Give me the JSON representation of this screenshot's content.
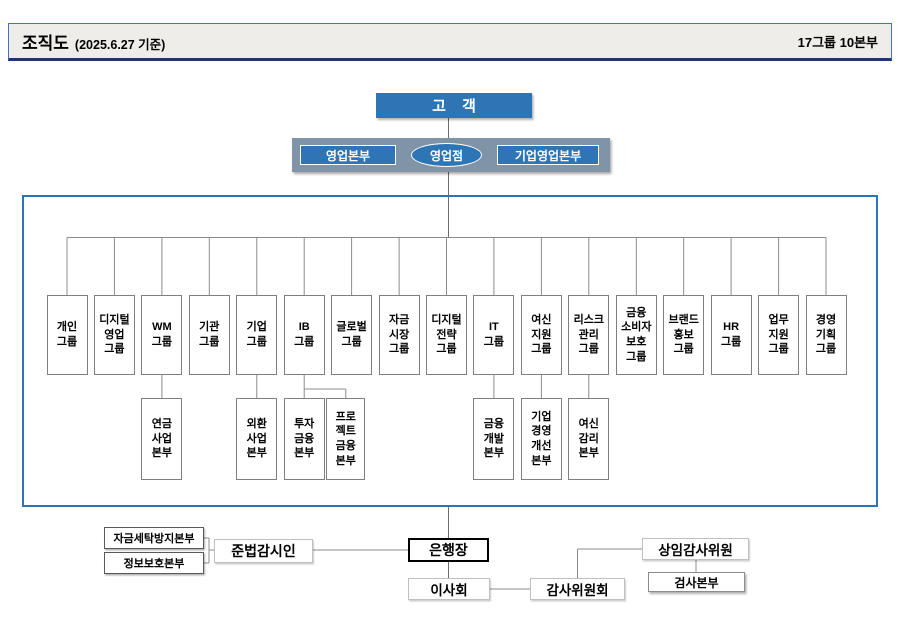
{
  "header": {
    "title": "조직도",
    "subtitle": "(2025.6.27 기준)",
    "summary": "17그룹 10본부"
  },
  "customer_label": "고 객",
  "channels": {
    "sales_hq": "영업본부",
    "branch": "영업점",
    "corporate_sales_hq": "기업영업본부"
  },
  "org": {
    "groups": [
      "개인\n그룹",
      "디지털\n영업\n그룹",
      "WM\n그룹",
      "기관\n그룹",
      "기업\n그룹",
      "IB\n그룹",
      "글로벌\n그룹",
      "자금\n시장\n그룹",
      "디지털\n전략\n그룹",
      "IT\n그룹",
      "여신\n지원\n그룹",
      "리스크\n관리\n그룹",
      "금융\n소비자\n보호\n그룹",
      "브랜드\n홍보\n그룹",
      "HR\n그룹",
      "업무\n지원\n그룹",
      "경영\n기획\n그룹"
    ],
    "divisions": [
      {
        "label": "연금\n사업\n본부",
        "parent": "WM그룹"
      },
      {
        "label": "외환\n사업\n본부",
        "parent": "기업그룹"
      },
      {
        "label": "투자\n금융\n본부",
        "parent": "IB그룹"
      },
      {
        "label": "프로\n젝트\n금융\n본부",
        "parent": "IB그룹"
      },
      {
        "label": "금융\n개발\n본부",
        "parent": "IT그룹"
      },
      {
        "label": "기업\n경영\n개선\n본부",
        "parent": "여신지원그룹"
      },
      {
        "label": "여신\n감리\n본부",
        "parent": "리스크관리그룹"
      }
    ]
  },
  "governance": {
    "aml": "자금세탁방지본부",
    "infosec": "정보보호본부",
    "compliance": "준법감시인",
    "ceo": "은행장",
    "board": "이사회",
    "audit_committee": "감사위원회",
    "standing_auditor": "상임감사위원",
    "inspection": "검사본부"
  },
  "colors": {
    "accent_blue": "#2E75B6",
    "bar_gray_blue": "#8094A7",
    "header_bg": "#EEEDEA",
    "header_border_top": "#4472C4",
    "header_border_bottom": "#1F3864",
    "connector_gray": "#8C8C8C",
    "box_border_gray": "#7F7F7F"
  }
}
